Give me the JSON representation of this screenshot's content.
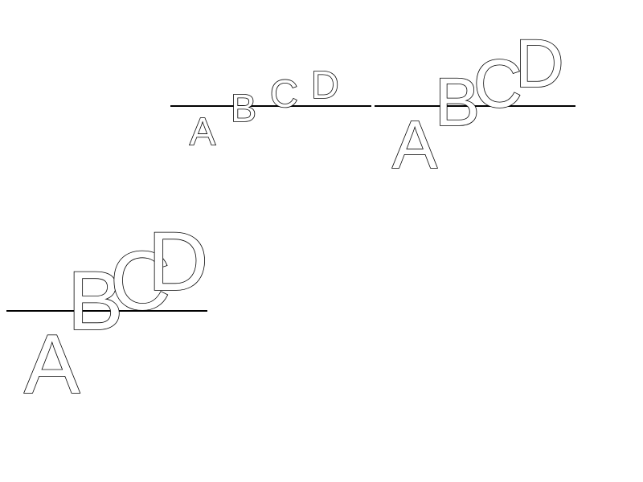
{
  "colors": {
    "background": "#ffffff",
    "ink": "#000000"
  },
  "groups": [
    {
      "name": "group-small",
      "letters": [
        {
          "char": "A"
        },
        {
          "char": "B"
        },
        {
          "char": "C"
        },
        {
          "char": "D"
        }
      ]
    },
    {
      "name": "group-medium",
      "letters": [
        {
          "char": "A"
        },
        {
          "char": "B"
        },
        {
          "char": "C"
        },
        {
          "char": "D"
        }
      ]
    },
    {
      "name": "group-large",
      "letters": [
        {
          "char": "A"
        },
        {
          "char": "B"
        },
        {
          "char": "C"
        },
        {
          "char": "D"
        }
      ]
    }
  ]
}
